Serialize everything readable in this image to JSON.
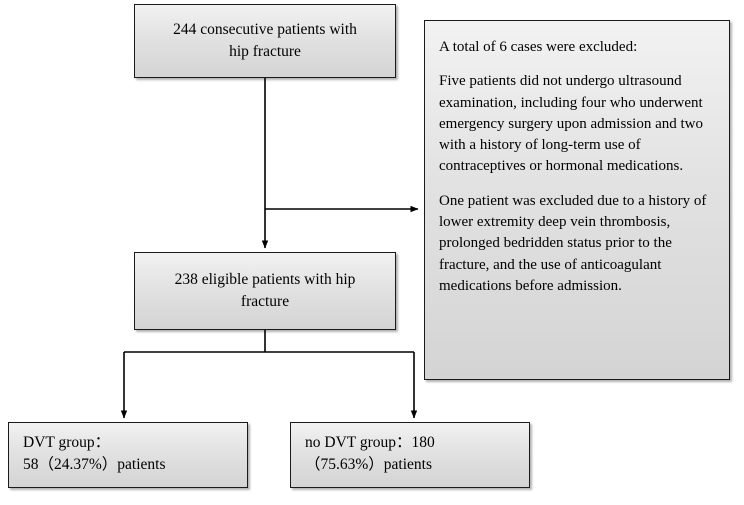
{
  "diagram": {
    "type": "flowchart",
    "title": "Patient enrollment flow for hip fracture DVT study",
    "nodes": {
      "enrolled": {
        "name": "enrolled-patients-box",
        "line1": "244 consecutive patients with",
        "line2": "hip fracture"
      },
      "eligible": {
        "name": "eligible-patients-box",
        "line1": "238 eligible patients with hip",
        "line2": "fracture"
      },
      "dvt": {
        "name": "dvt-group-box",
        "line1": "DVT group：",
        "line2": "58（24.37%）patients"
      },
      "nodvt": {
        "name": "no-dvt-group-box",
        "line1": "no DVT group：180",
        "line2": "（75.63%）patients"
      },
      "exclusions": {
        "name": "exclusions-note-box",
        "heading": "A total of 6 cases were excluded:",
        "paragraph1": "Five patients did not undergo ultrasound examination, including four who underwent emergency surgery upon admission and two with a history of long-term use of contraceptives or hormonal medications.",
        "paragraph2": "One patient was excluded due to a history of lower extremity deep vein thrombosis, prolonged bedridden status prior to the fracture, and the use of anticoagulant medications before admission."
      }
    },
    "colors": {
      "box_border": "#1a1a1a",
      "box_fill_top": "#f2f2f2",
      "box_fill_bottom": "#d4d4d4",
      "connector": "#000000",
      "background": "#ffffff"
    }
  }
}
